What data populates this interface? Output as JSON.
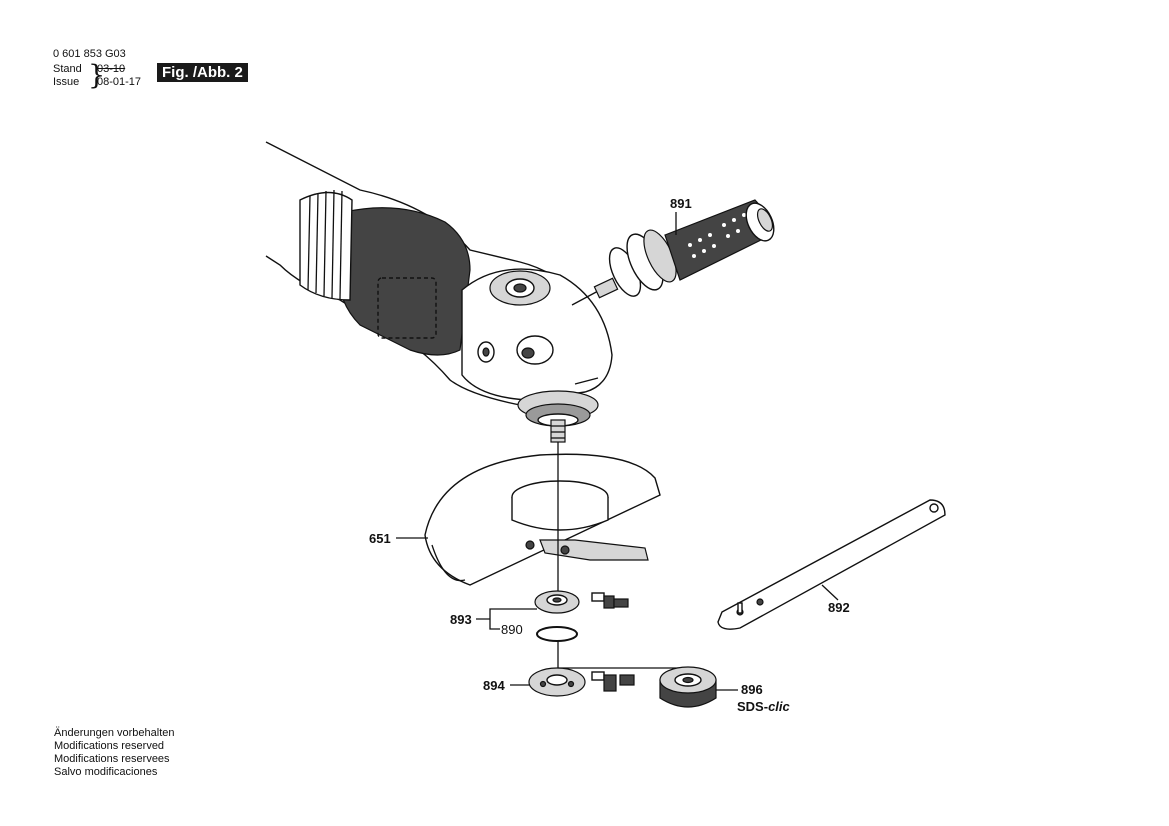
{
  "header": {
    "part_number": "0 601 853 G03",
    "stand_label": "Stand",
    "issue_label": "Issue",
    "date_struck": "03-10",
    "date_current": "08-01-17",
    "figure_badge": "Fig. /Abb. 2"
  },
  "callouts": {
    "p891": "891",
    "p651": "651",
    "p893": "893",
    "p890": "890",
    "p894": "894",
    "p896": "896",
    "p892": "892",
    "sds_prefix": "SDS-",
    "sds_suffix": "clic"
  },
  "footer": {
    "lines": [
      "Änderungen vorbehalten",
      "Modifications reserved",
      "Modifications reservees",
      "Salvo modificaciones"
    ]
  }
}
